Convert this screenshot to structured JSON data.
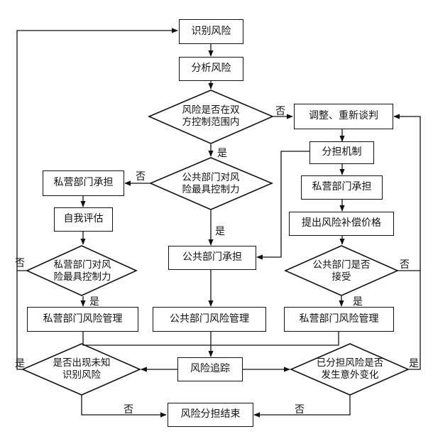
{
  "nodes": {
    "identify": "识别风险",
    "analyze": "分析风险",
    "d_control_line1": "风险是否在双",
    "d_control_line2": "方控制范围内",
    "renegotiate": "调整、重新谈判",
    "share_mech": "分担机制",
    "d_public_line1": "公共部门对风",
    "d_public_line2": "险最具控制力",
    "private_bear_left": "私营部门承担",
    "self_eval": "自我评估",
    "d_private_line1": "私营部门对风",
    "d_private_line2": "险最具控制力",
    "private_bear_right": "私营部门承担",
    "compensation": "提出风险补偿价格",
    "public_bear": "公共部门承担",
    "d_accept_line1": "公共部门是否",
    "d_accept_line2": "接受",
    "private_mgmt_left": "私营部门风险管理",
    "public_mgmt": "公共部门风险管理",
    "private_mgmt_right": "私营部门风险管理",
    "risk_track": "风险追踪",
    "d_unknown_line1": "是否出现未知",
    "d_unknown_line2": "识别风险",
    "d_change_line1": "已分担风险是否",
    "d_change_line2": "发生意外变化",
    "end": "风险分担结束"
  },
  "labels": {
    "no_renegotiate": "否",
    "yes_public": "是",
    "no_private_left": "否",
    "yes_public_bear": "是",
    "no_private_loop": "否",
    "yes_private_mgmt": "是",
    "no_accept": "否",
    "yes_accept": "是",
    "yes_unknown": "是",
    "yes_change": "是",
    "no_end_left": "否",
    "no_end_right": "否"
  }
}
